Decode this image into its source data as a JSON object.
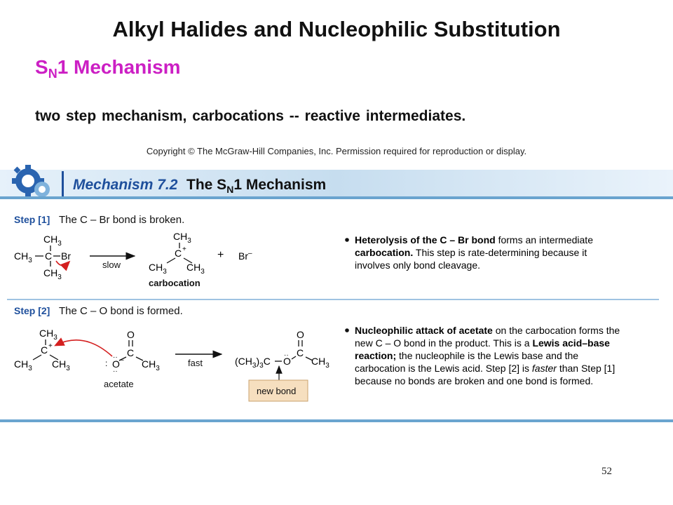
{
  "slide": {
    "title": "Alkyl Halides and Nucleophilic Substitution",
    "subtitle_prefix": "S",
    "subtitle_sub": "N",
    "subtitle_rest": "1 Mechanism",
    "text": "two step mechanism, carbocations -- reactive intermediates.",
    "copyright": "Copyright © The McGraw-Hill Companies, Inc. Permission required for reproduction or display.",
    "page_number": "52"
  },
  "figure": {
    "header_label": "Mechanism 7.2",
    "header_title_prefix": "The S",
    "header_title_sub": "N",
    "header_title_rest": "1 Mechanism",
    "step1": {
      "tag": "Step [1]",
      "title": "The C – Br bond is broken.",
      "arrow_label": "slow",
      "product_label": "carbocation",
      "bromide": "Br",
      "bromide_charge": "–",
      "plus": "+",
      "bullet_bold_1": "Heterolysis of the C – Br bond",
      "bullet_text_1": " forms an intermediate",
      "bullet_bold_2": "carbocation.",
      "bullet_text_2": " This step is rate-determining because it",
      "bullet_line_3": "involves only bond cleavage."
    },
    "step2": {
      "tag": "Step [2]",
      "title": "The C – O bond is formed.",
      "arrow_label": "fast",
      "nucleophile_label": "acetate",
      "new_bond_label": "new bond",
      "product_group": "(CH",
      "bullet_bold_1": "Nucleophilic attack of acetate",
      "bullet_text_1": " on the carbocation forms the",
      "bullet_line_2a": "new C – O bond in the product. This is a ",
      "bullet_bold_2": "Lewis acid–base",
      "bullet_bold_3": "reaction;",
      "bullet_text_3": " the nucleophile is the Lewis base and the",
      "bullet_line_4a": "carbocation is the Lewis acid. Step [2] is ",
      "bullet_italic_4": "faster",
      "bullet_line_4b": " than Step [1]",
      "bullet_line_5": "because no bonds are broken and one bond is formed."
    },
    "atoms": {
      "ch3": "CH",
      "three": "3",
      "c": "C",
      "br": "Br",
      "o": "O",
      "plus_charge": "+",
      "minus_charge": "–"
    },
    "colors": {
      "header_blue": "#1e4f9c",
      "header_band": "#bfd8ec",
      "arrow_red": "#d42020",
      "new_bond_box": "#f6dfbf",
      "rule_blue": "#6aa4cf"
    }
  }
}
